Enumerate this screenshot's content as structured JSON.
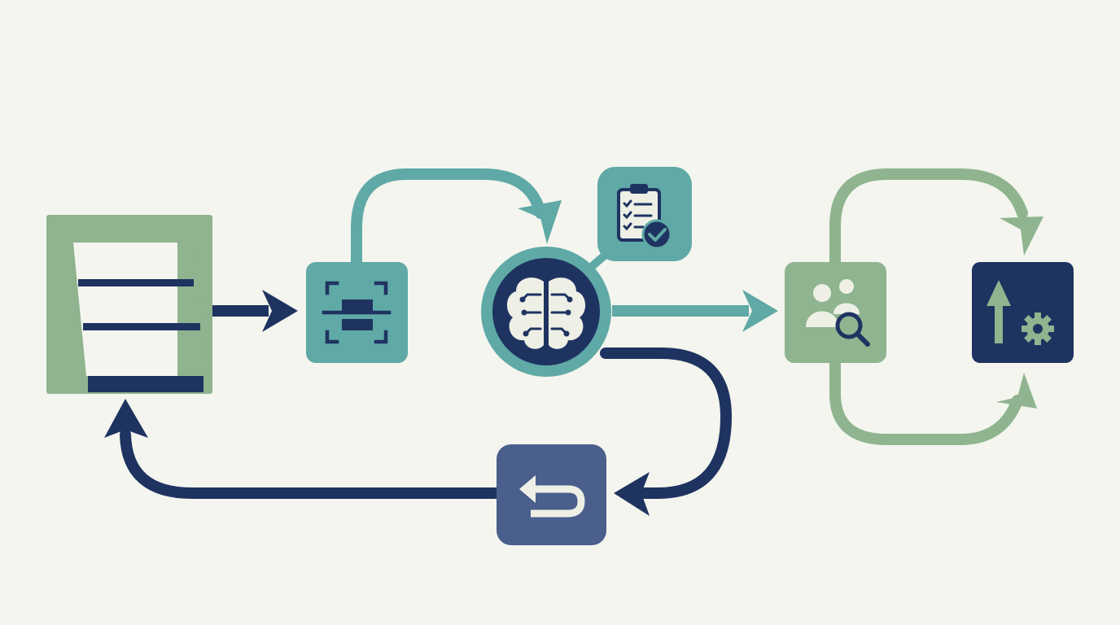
{
  "colors": {
    "background": "#f3f5ee",
    "navy": "#1f3361",
    "teal": "#5fa9a6",
    "sage": "#8fb48f",
    "slate": "#4a5f8c",
    "cream": "#eef0e6"
  },
  "nodes": [
    {
      "id": "document",
      "icon": "document-icon"
    },
    {
      "id": "scanner",
      "icon": "scan-icon"
    },
    {
      "id": "ai-brain",
      "icon": "brain-circuit-icon"
    },
    {
      "id": "checklist",
      "icon": "clipboard-check-icon"
    },
    {
      "id": "user-search",
      "icon": "users-search-icon"
    },
    {
      "id": "upgrade-settings",
      "icon": "arrow-up-gear-icon"
    },
    {
      "id": "return",
      "icon": "return-arrow-icon"
    }
  ],
  "edges": [
    {
      "from": "document",
      "to": "scanner",
      "color": "navy"
    },
    {
      "from": "scanner",
      "to": "ai-brain",
      "color": "teal"
    },
    {
      "from": "ai-brain",
      "to": "checklist",
      "color": "teal"
    },
    {
      "from": "ai-brain",
      "to": "user-search",
      "color": "teal"
    },
    {
      "from": "user-search",
      "to": "upgrade-settings",
      "color": "sage"
    },
    {
      "from": "user-search",
      "to": "upgrade-settings",
      "color": "sage"
    },
    {
      "from": "ai-brain",
      "to": "return",
      "color": "navy"
    },
    {
      "from": "return",
      "to": "document",
      "color": "navy"
    }
  ]
}
